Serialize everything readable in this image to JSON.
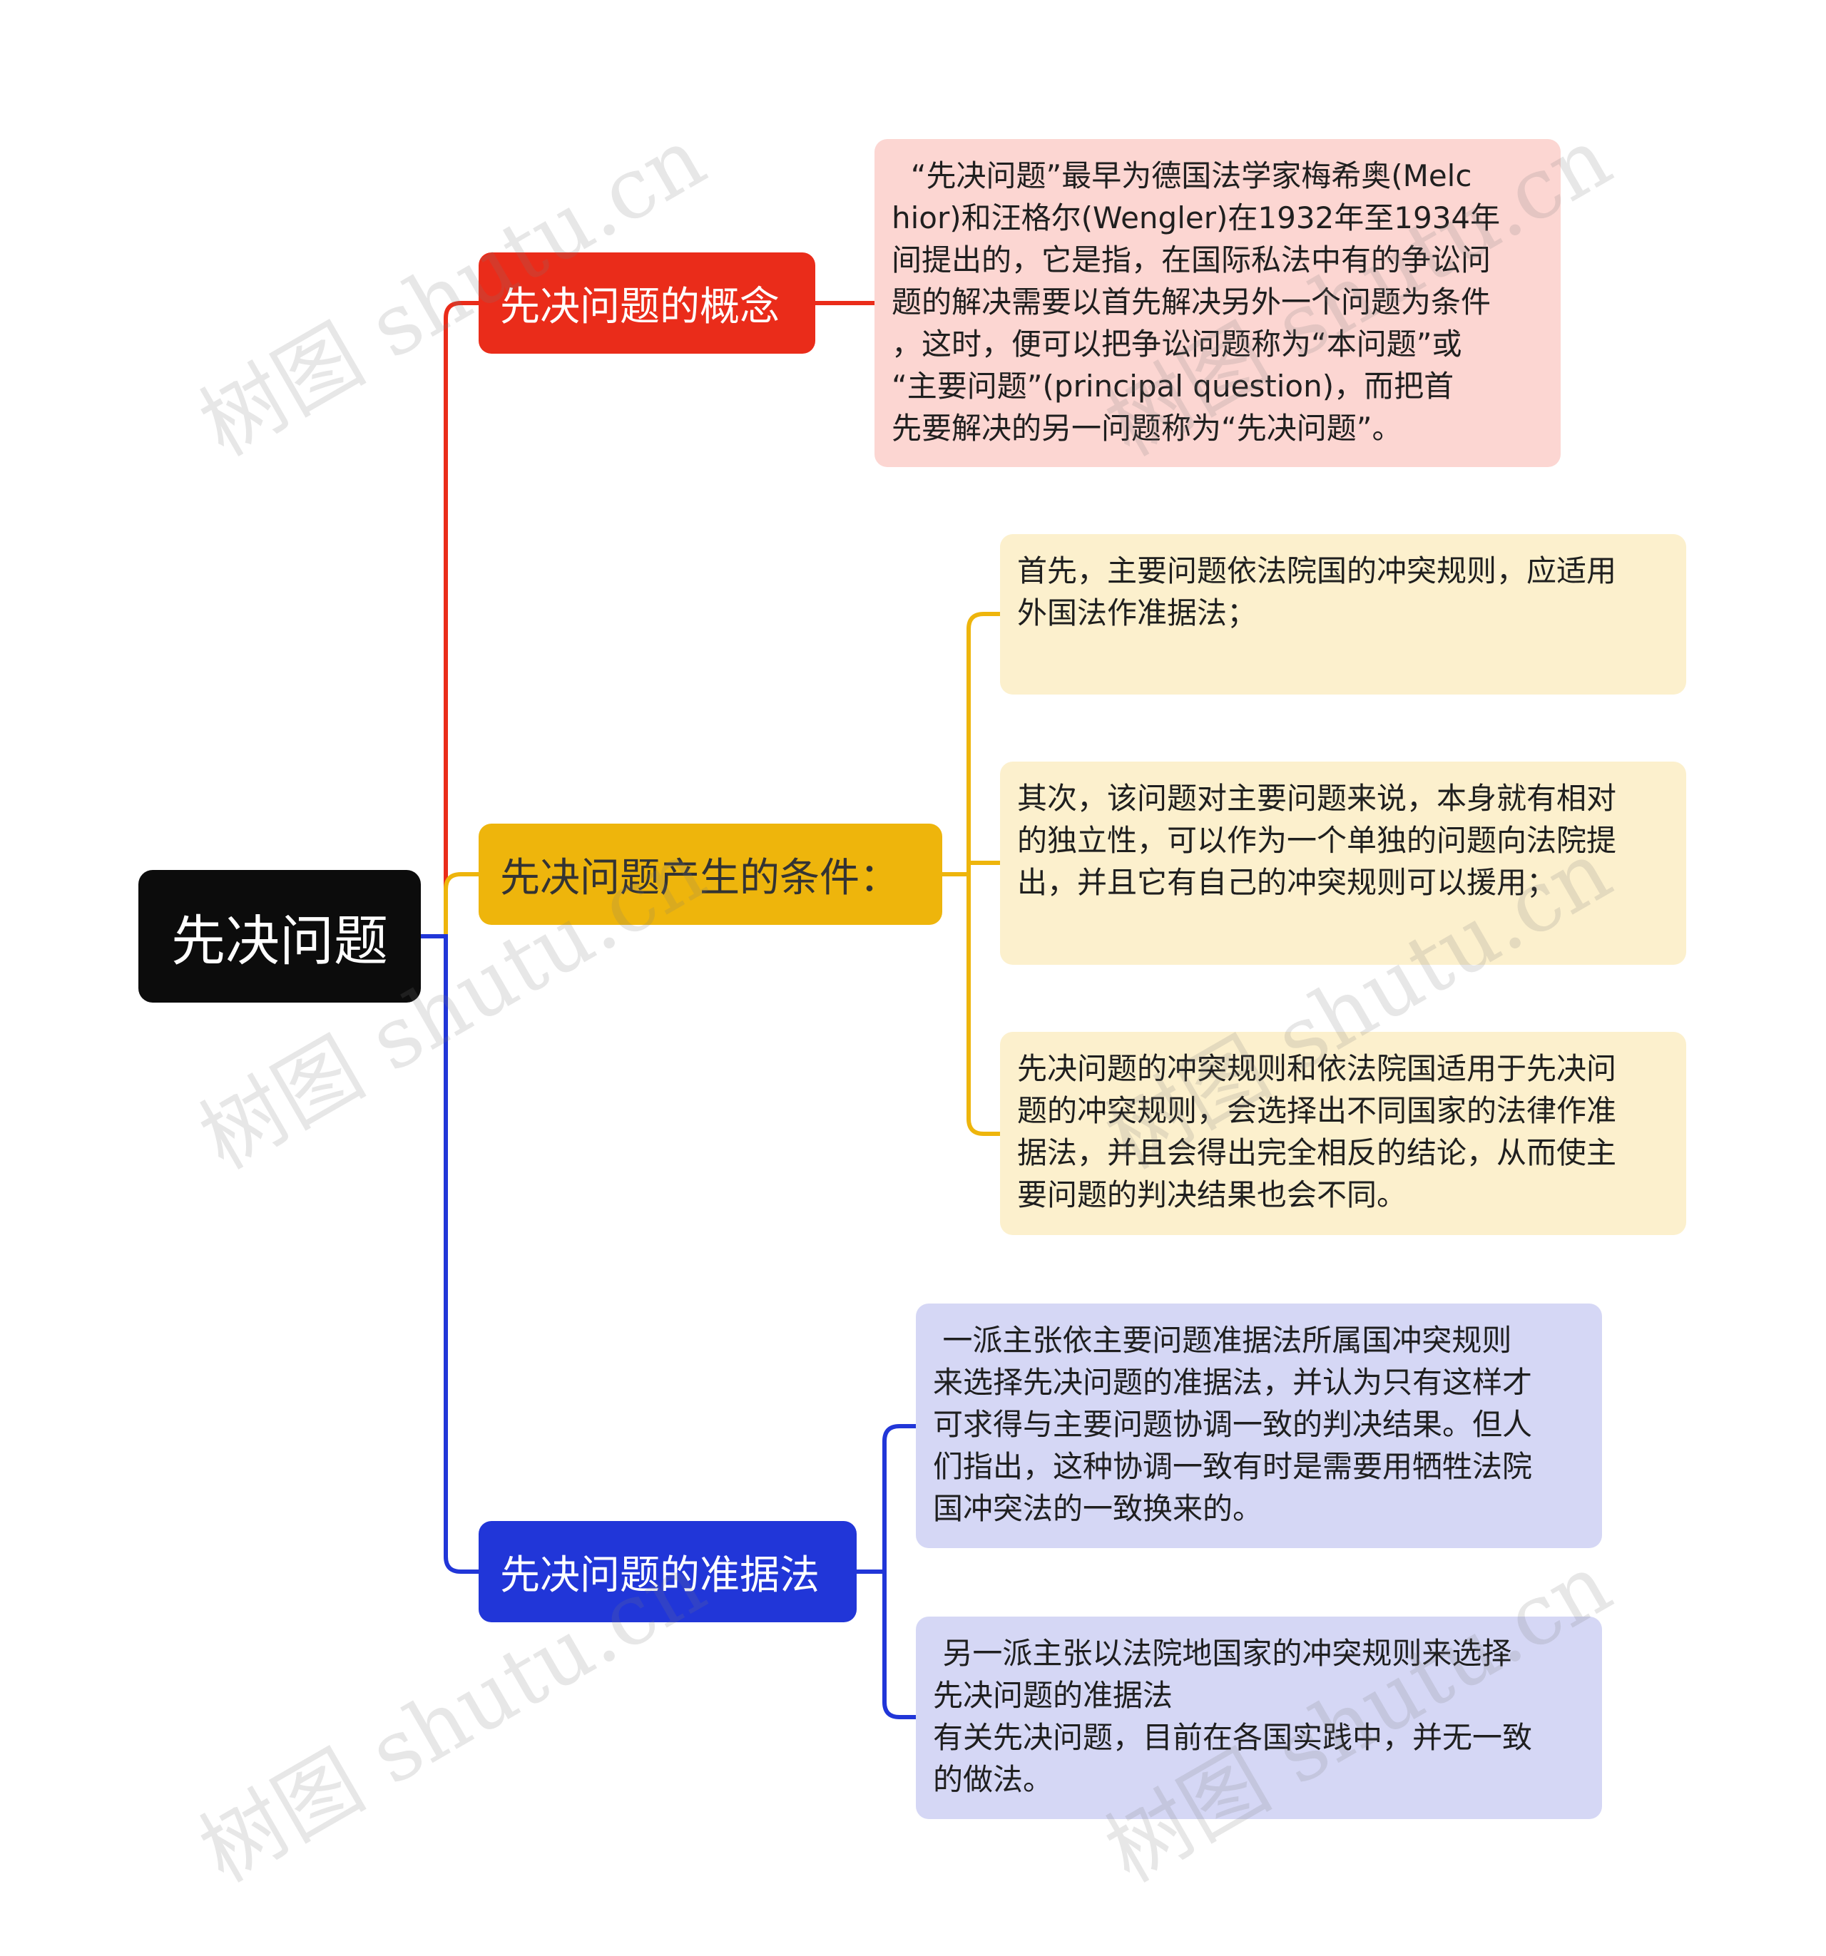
{
  "colors": {
    "root": "#0c0c0c",
    "concept": "#ea2c1a",
    "conditions": "#eeb50c",
    "law": "#2136d8",
    "concept_leaf": "#fcd6d2",
    "conditions_leaf": "#fcf0cd",
    "law_leaf": "#d5d7f5"
  },
  "root": {
    "label": "先决问题"
  },
  "branches": [
    {
      "label": "先决问题的概念",
      "leaves": [
        "  “先决问题”最早为德国法学家梅希奥(Melc\nhior)和汪格尔(Wengler)在1932年至1934年\n间提出的，它是指，在国际私法中有的争讼问\n题的解决需要以首先解决另外一个问题为条件\n，这时，便可以把争讼问题称为“本问题”或\n“主要问题”(principal question)，而把首\n先要解决的另一问题称为“先决问题”。"
      ]
    },
    {
      "label": "先决问题产生的条件：",
      "leaves": [
        "首先，主要问题依法院国的冲突规则，应适用\n外国法作准据法；",
        "其次，该问题对主要问题来说，本身就有相对\n的独立性，可以作为一个单独的问题向法院提\n出，并且它有自己的冲突规则可以援用；",
        "先决问题的冲突规则和依法院国适用于先决问\n题的冲突规则，会选择出不同国家的法律作准\n据法，并且会得出完全相反的结论，从而使主\n要问题的判决结果也会不同。"
      ]
    },
    {
      "label": "先决问题的准据法",
      "leaves": [
        " 一派主张依主要问题准据法所属国冲突规则\n来选择先决问题的准据法，并认为只有这样才\n可求得与主要问题协调一致的判决结果。但人\n们指出，这种协调一致有时是需要用牺牲法院\n国冲突法的一致换来的。",
        " 另一派主张以法院地国家的冲突规则来选择\n先决问题的准据法\n有关先决问题，目前在各国实践中，并无一致\n的做法。"
      ]
    }
  ],
  "watermark": "树图 shutu.cn"
}
